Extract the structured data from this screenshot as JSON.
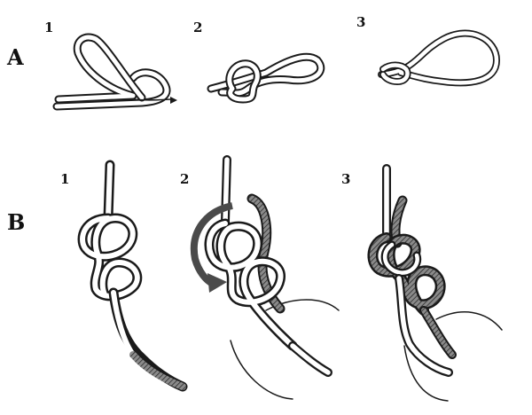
{
  "rows": [
    {
      "label": "A",
      "steps": [
        "1",
        "2",
        "3"
      ]
    },
    {
      "label": "B",
      "steps": [
        "1",
        "2",
        "3"
      ]
    }
  ],
  "colors": {
    "ink": "#1a1a1a",
    "rope_fill": "#ffffff",
    "dark_rope": "#5a5a5a",
    "arrow": "#4a4a4a",
    "background": "#ffffff"
  },
  "icons": [
    "rotation-arrow-icon",
    "direction-arrowhead-icon"
  ]
}
